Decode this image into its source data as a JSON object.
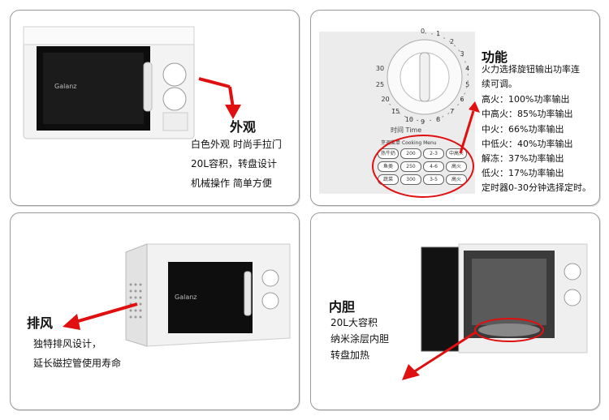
{
  "panels": {
    "appearance": {
      "title": "外观",
      "lines": [
        "白色外观 时尚手拉门",
        "20L容积，转盘设计",
        "机械操作 简单方便"
      ],
      "brand": "Galanz"
    },
    "function": {
      "title": "功能",
      "lines": [
        "火力选择旋钮输出功率连",
        "续可调。",
        "高火：100%功率输出",
        "中高火：85%功率输出",
        "中火：66%功率输出",
        "中低火：40%功率输出",
        "解冻：37%功率输出",
        "低火：17%功率输出",
        "定时器0-30分钟选择定时。"
      ],
      "dial_numbers": [
        "0",
        "1",
        "2",
        "3",
        "4",
        "5",
        "6",
        "7",
        "8",
        "9",
        "10",
        "15",
        "20",
        "25",
        "30"
      ],
      "timer_label": "时间",
      "timer_label_en": "Time",
      "menu_title": "烹调菜单",
      "menu_title_en": "Cooking Menu",
      "menu_cells": [
        [
          "热牛奶",
          "200",
          "2-3",
          "中高火"
        ],
        [
          "鱼类",
          "250",
          "4-6",
          "高火"
        ],
        [
          "蔬菜",
          "300",
          "3-5",
          "高火"
        ]
      ]
    },
    "ventilation": {
      "title": "排风",
      "lines": [
        "独特排风设计，",
        "延长磁控管使用寿命"
      ],
      "brand": "Galanz"
    },
    "inner": {
      "title": "内胆",
      "lines": [
        "20L大容积",
        "纳米涂层内胆",
        "转盘加热"
      ]
    }
  },
  "colors": {
    "accent": "#e01010",
    "panel_border": "#9a9a9a"
  }
}
